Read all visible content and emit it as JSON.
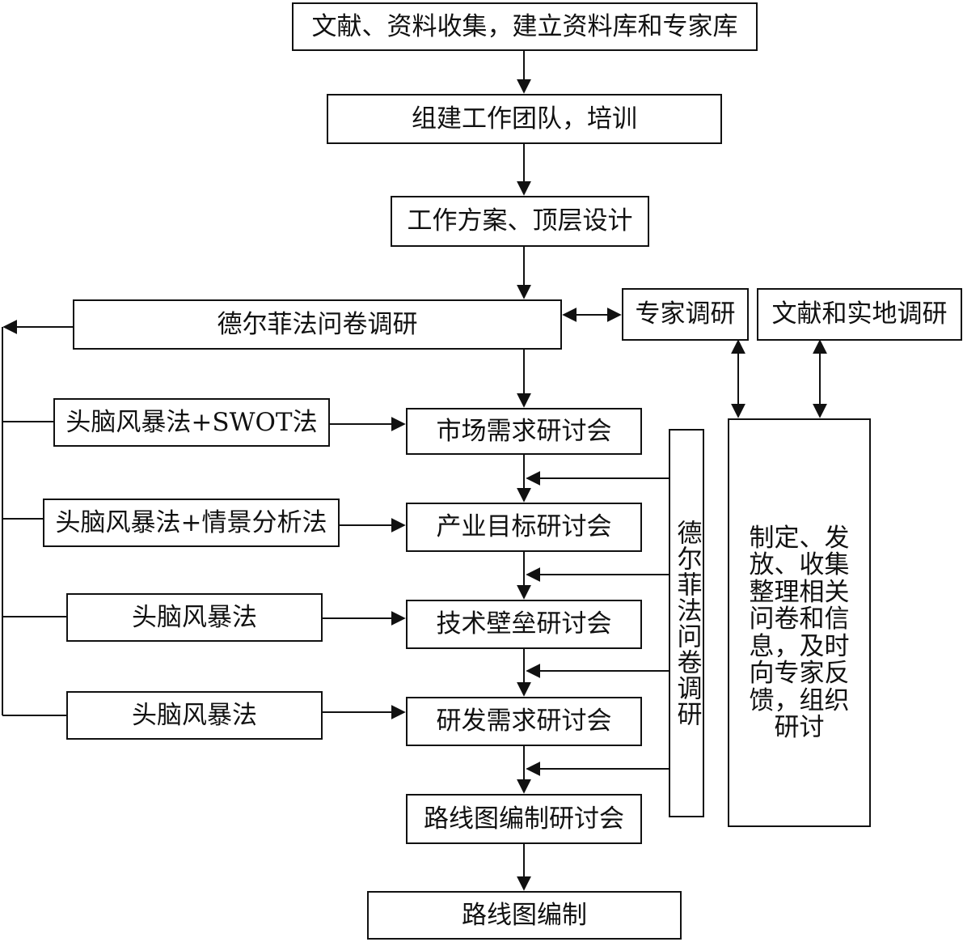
{
  "nodes": {
    "collect": "文献、资料收集，建立资料库和专家库",
    "team": "组建工作团队，培训",
    "plan": "工作方案、顶层设计",
    "delphi_survey": "德尔菲法问卷调研",
    "expert_survey": "专家调研",
    "field_survey": "文献和实地调研",
    "method_swot": "头脑风暴法+SWOT法",
    "method_scenario": "头脑风暴法+情景分析法",
    "method_bs1": "头脑风暴法",
    "method_bs2": "头脑风暴法",
    "market": "市场需求研讨会",
    "industry": "产业目标研讨会",
    "barrier": "技术壁垒研讨会",
    "rnd": "研发需求研讨会",
    "roadmap_meeting": "路线图编制研讨会",
    "roadmap": "路线图编制",
    "delphi_vertical": "德尔菲法问卷调研",
    "feedback": "制定、发放、收集整理相关问卷和信息，及时向专家反馈，组织研讨"
  }
}
